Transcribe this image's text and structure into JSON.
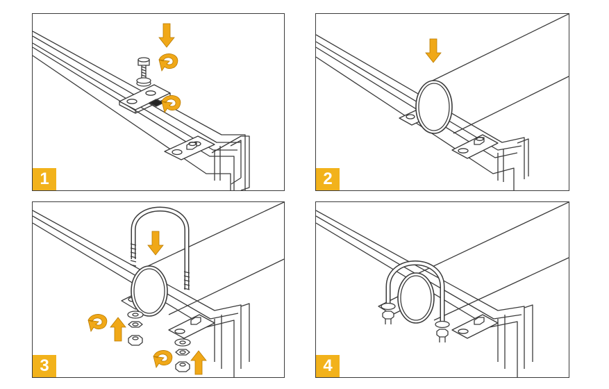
{
  "steps": [
    {
      "number": "1"
    },
    {
      "number": "2"
    },
    {
      "number": "3"
    },
    {
      "number": "4"
    }
  ],
  "colors": {
    "accent": "#f2b21b",
    "arrow": "#f0a818",
    "line": "#3a3a3a",
    "fill": "#ffffff"
  },
  "icons": {
    "down_arrow": "arrow-down-icon",
    "up_arrow": "arrow-up-icon",
    "rotate_arrow": "rotate-arrow-icon"
  }
}
